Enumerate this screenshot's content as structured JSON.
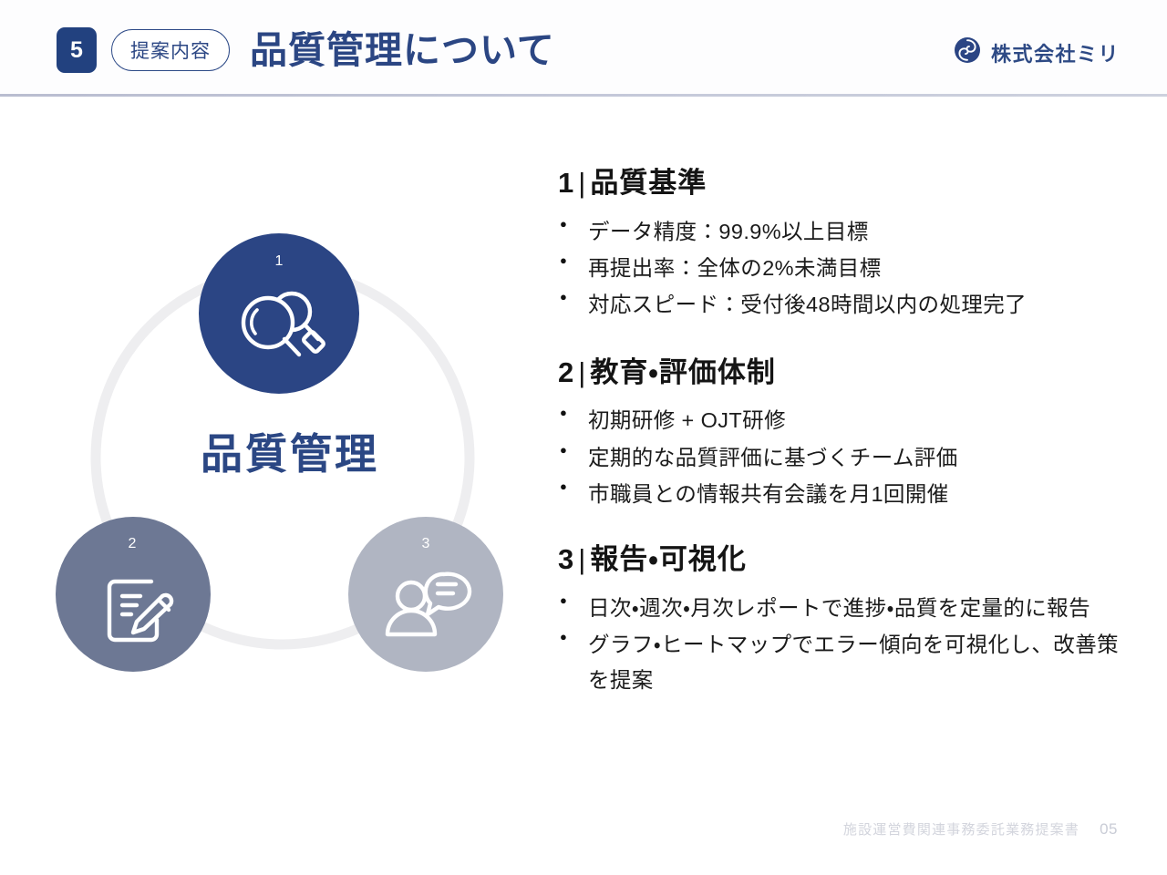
{
  "header": {
    "page_badge": "5",
    "category": "提案内容",
    "title": "品質管理について",
    "logo_icon": "spiral-swirl-logo-icon",
    "brand_name": "株式会社ミリ",
    "accent_navy": "#22417f",
    "title_color": "#2b4683"
  },
  "diagram": {
    "center_label": "品質管理",
    "ring_color": "#eeeef0",
    "nodes": [
      {
        "number": "1",
        "icon": "magnifying-glass-pair-icon",
        "color": "#2b4584"
      },
      {
        "number": "2",
        "icon": "document-pencil-icon",
        "color": "#6d7894"
      },
      {
        "number": "3",
        "icon": "person-speech-bubble-icon",
        "color": "#b0b5c2"
      }
    ]
  },
  "content": {
    "sections": [
      {
        "number": "1",
        "title": "品質基準",
        "bullets": [
          "データ精度：99.9%以上目標",
          "再提出率：全体の2%未満目標",
          "対応スピード：受付後48時間以内の処理完了"
        ]
      },
      {
        "number": "2",
        "title": "教育・評価体制",
        "bullets": [
          "初期研修 + OJT研修",
          "定期的な品質評価に基づくチーム評価",
          "市職員との情報共有会議を月1回開催"
        ]
      },
      {
        "number": "3",
        "title": "報告・可視化",
        "bullets": [
          "日次・週次・月次レポートで進捗・品質を定量的に報告",
          "グラフ・ヒートマップでエラー傾向を可視化し、改善策を提案"
        ]
      }
    ]
  },
  "footer": {
    "document_title": "施設運営費関連事務委託業務提案書",
    "page_number": "05"
  }
}
